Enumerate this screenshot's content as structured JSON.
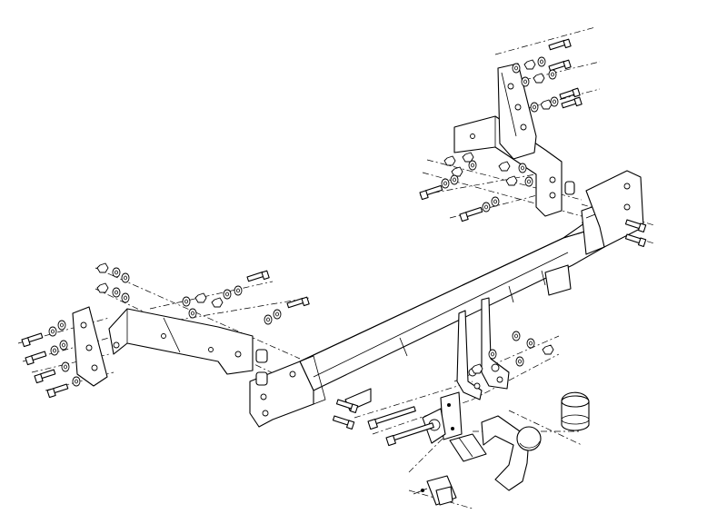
{
  "diagram": {
    "kind": "exploded-assembly",
    "subject": "towbar",
    "line_color": "#000000",
    "background": "#ffffff",
    "parts": [
      "crossbar",
      "left-side-bracket",
      "left-mounting-plate",
      "right-side-bracket",
      "right-mounting-plate",
      "tow-ball-mount-plate",
      "tow-ball-neck",
      "tow-ball-cover",
      "socket-plate",
      "electrical-socket",
      "bolts",
      "nuts",
      "washers",
      "spacers"
    ]
  }
}
